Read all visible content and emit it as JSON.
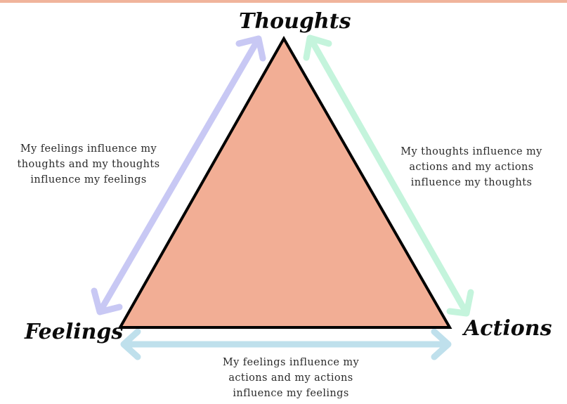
{
  "colors": {
    "top_border": "#f0b49c",
    "triangle_fill": "#f2ae95",
    "triangle_stroke": "#000000",
    "arrow_left": "#c8c8f4",
    "arrow_right": "#c4f4dc",
    "arrow_bottom": "#bfe0ec"
  },
  "nodes": {
    "thoughts": "Thoughts",
    "feelings": "Feelings",
    "actions": "Actions"
  },
  "edges": {
    "feelings_thoughts": [
      "My feelings influence my",
      "thoughts and my thoughts",
      "influence my feelings"
    ],
    "thoughts_actions": [
      "My thoughts influence my",
      "actions and my actions",
      "influence my thoughts"
    ],
    "feelings_actions": [
      "My feelings influence my",
      "actions and my actions",
      "influence my feelings"
    ]
  }
}
